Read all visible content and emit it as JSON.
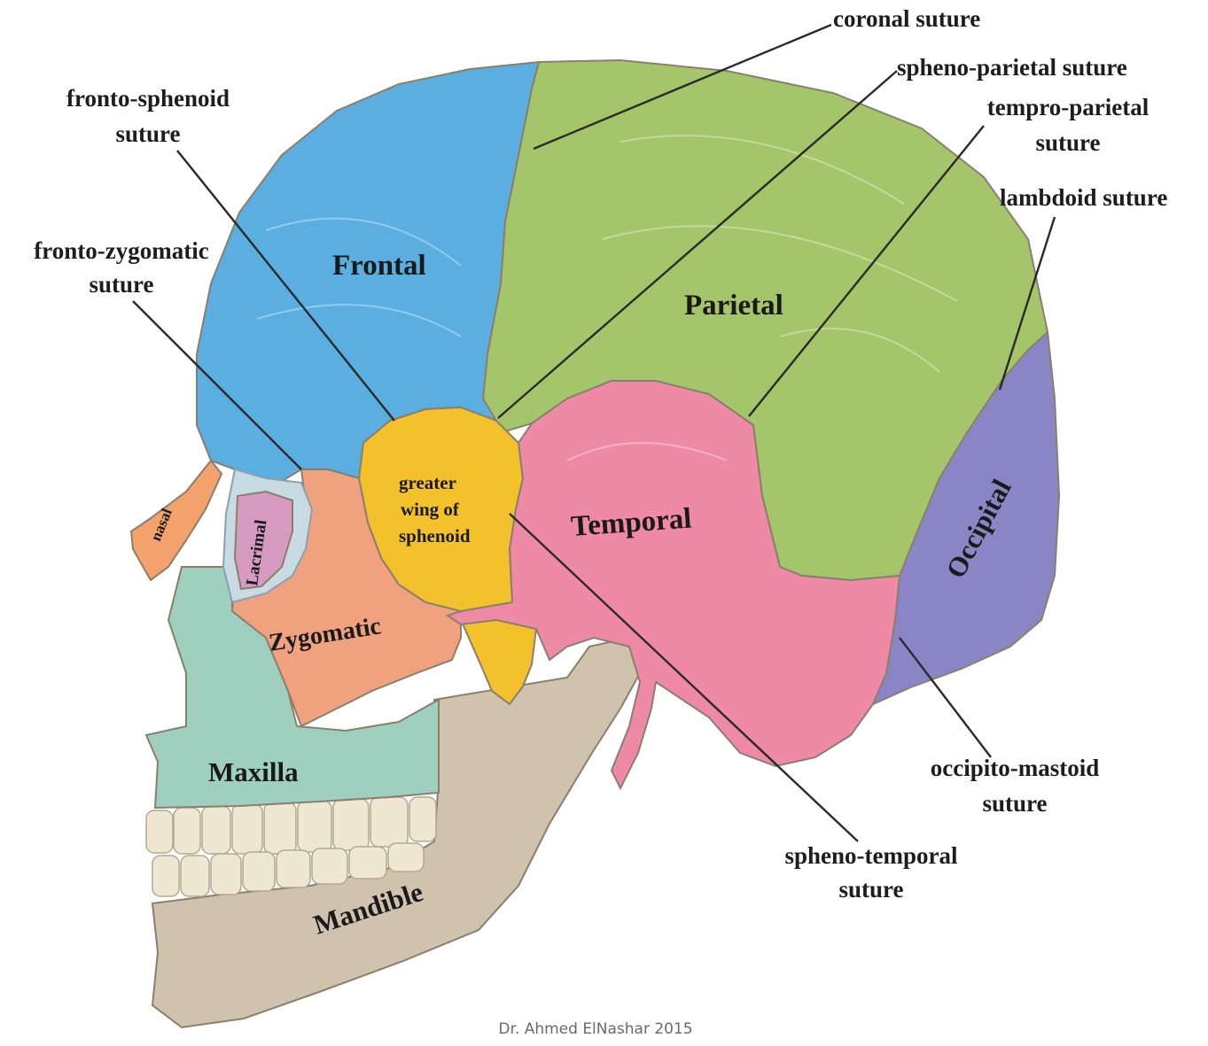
{
  "bones": {
    "frontal": "Frontal",
    "parietal": "Parietal",
    "temporal": "Temporal",
    "occipital": "Occipital",
    "zygomatic": "Zygomatic",
    "maxilla": "Maxilla",
    "mandible": "Mandible",
    "nasal": "nasal",
    "lacrimal": "Lacrimal",
    "sphenoid": [
      "greater",
      "wing of",
      "sphenoid"
    ]
  },
  "sutures": {
    "coronal": [
      "coronal suture"
    ],
    "spheno_parietal": [
      "spheno-parietal suture"
    ],
    "tempro_parietal": [
      "tempro-parietal",
      "suture"
    ],
    "lambdoid": [
      "lambdoid suture"
    ],
    "fronto_sphenoid": [
      "fronto-sphenoid",
      "suture"
    ],
    "fronto_zygomatic": [
      "fronto-zygomatic",
      "suture"
    ],
    "occipito_mastoid": [
      "occipito-mastoid",
      "suture"
    ],
    "spheno_temporal": [
      "spheno-temporal",
      "suture"
    ]
  },
  "credit": "Dr. Ahmed ElNashar 2015",
  "colors": {
    "frontal": "#5aaee0",
    "parietal": "#a5c56a",
    "temporal": "#ef8aa6",
    "occipital": "#8a86c6",
    "sphenoid": "#f3c12b",
    "zygomatic": "#f0a27f",
    "maxilla": "#9fcfbf",
    "mandible": "#cfc3ae",
    "nasal": "#f2a26a",
    "lacrimal": "#d79ac0"
  }
}
